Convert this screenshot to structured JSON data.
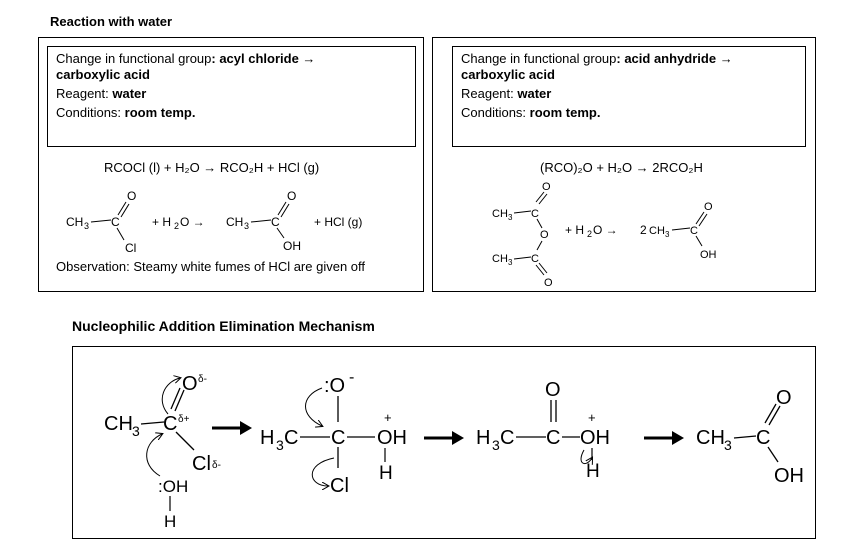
{
  "section_title": "Reaction with water",
  "left": {
    "fg_label": "Change in functional group",
    "fg_value": ": acyl chloride → carboxylic acid",
    "reagent_label": "Reagent: ",
    "reagent_value": "water",
    "conditions_label": "Conditions: ",
    "conditions_value": "room temp.",
    "equation_main": "RCOCl (l) + H₂O → RCO₂H + HCl (g)",
    "observation": "Observation: Steamy white fumes of HCl are given off"
  },
  "right": {
    "fg_label": "Change in functional group",
    "fg_value": ": acid anhydride → carboxylic acid",
    "reagent_label": "Reagent: ",
    "reagent_value": "water",
    "conditions_label": "Conditions: ",
    "conditions_value": "room temp.",
    "equation_main": "(RCO)₂O + H₂O → 2RCO₂H"
  },
  "mechanism_title": "Nucleophilic Addition Elimination Mechanism"
}
